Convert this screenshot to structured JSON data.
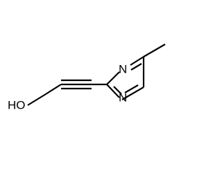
{
  "atoms": {
    "hydroxyl": "HO",
    "n_top": "N",
    "n_bottom": "N"
  }
}
